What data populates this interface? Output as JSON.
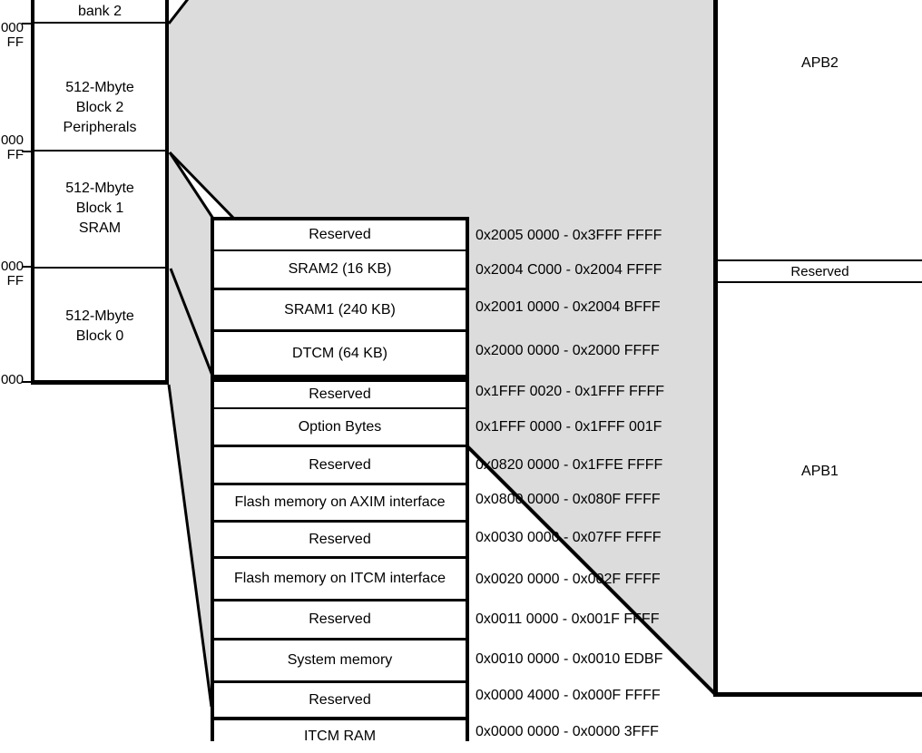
{
  "left_column": {
    "blocks": [
      {
        "l1": "bank 2"
      },
      {
        "l1": "512-Mbyte",
        "l2": "Block 2",
        "l3": "Peripherals"
      },
      {
        "l1": "512-Mbyte",
        "l2": "Block 1",
        "l3": "SRAM"
      },
      {
        "l1": "512-Mbyte",
        "l2": "Block 0"
      }
    ],
    "edge_labels": [
      "000",
      "FF",
      "000",
      "FF",
      "000",
      "FF",
      "000"
    ]
  },
  "memory_table": {
    "rows": [
      {
        "name": "Reserved",
        "range": "0x2005 0000 - 0x3FFF FFFF"
      },
      {
        "name": "SRAM2 (16 KB)",
        "range": "0x2004 C000 - 0x2004 FFFF"
      },
      {
        "name": "SRAM1 (240 KB)",
        "range": "0x2001 0000 - 0x2004 BFFF"
      },
      {
        "name": "DTCM (64 KB)",
        "range": "0x2000 0000 - 0x2000 FFFF"
      },
      {
        "name": "Reserved",
        "range": "0x1FFF 0020 - 0x1FFF FFFF"
      },
      {
        "name": "Option Bytes",
        "range": "0x1FFF 0000 - 0x1FFF 001F"
      },
      {
        "name": "Reserved",
        "range": "0x0820 0000 - 0x1FFE FFFF"
      },
      {
        "name": "Flash memory on AXIM interface",
        "range": "0x0800 0000 - 0x080F FFFF"
      },
      {
        "name": "Reserved",
        "range": "0x0030 0000 - 0x07FF FFFF"
      },
      {
        "name": "Flash memory on ITCM interface",
        "range": "0x0020 0000 - 0x002F FFFF"
      },
      {
        "name": "Reserved",
        "range": "0x0011 0000 - 0x001F FFFF"
      },
      {
        "name": "System memory",
        "range": "0x0010 0000 - 0x0010 EDBF"
      },
      {
        "name": "Reserved",
        "range": "0x0000 4000 - 0x000F FFFF"
      },
      {
        "name": "ITCM RAM",
        "range": "0x0000 0000 - 0x0000 3FFF"
      }
    ]
  },
  "right_panel": {
    "apb2": "APB2",
    "reserved": "Reserved",
    "apb1": "APB1"
  },
  "colors": {
    "shade": "#DCDCDC",
    "line": "#000000"
  }
}
